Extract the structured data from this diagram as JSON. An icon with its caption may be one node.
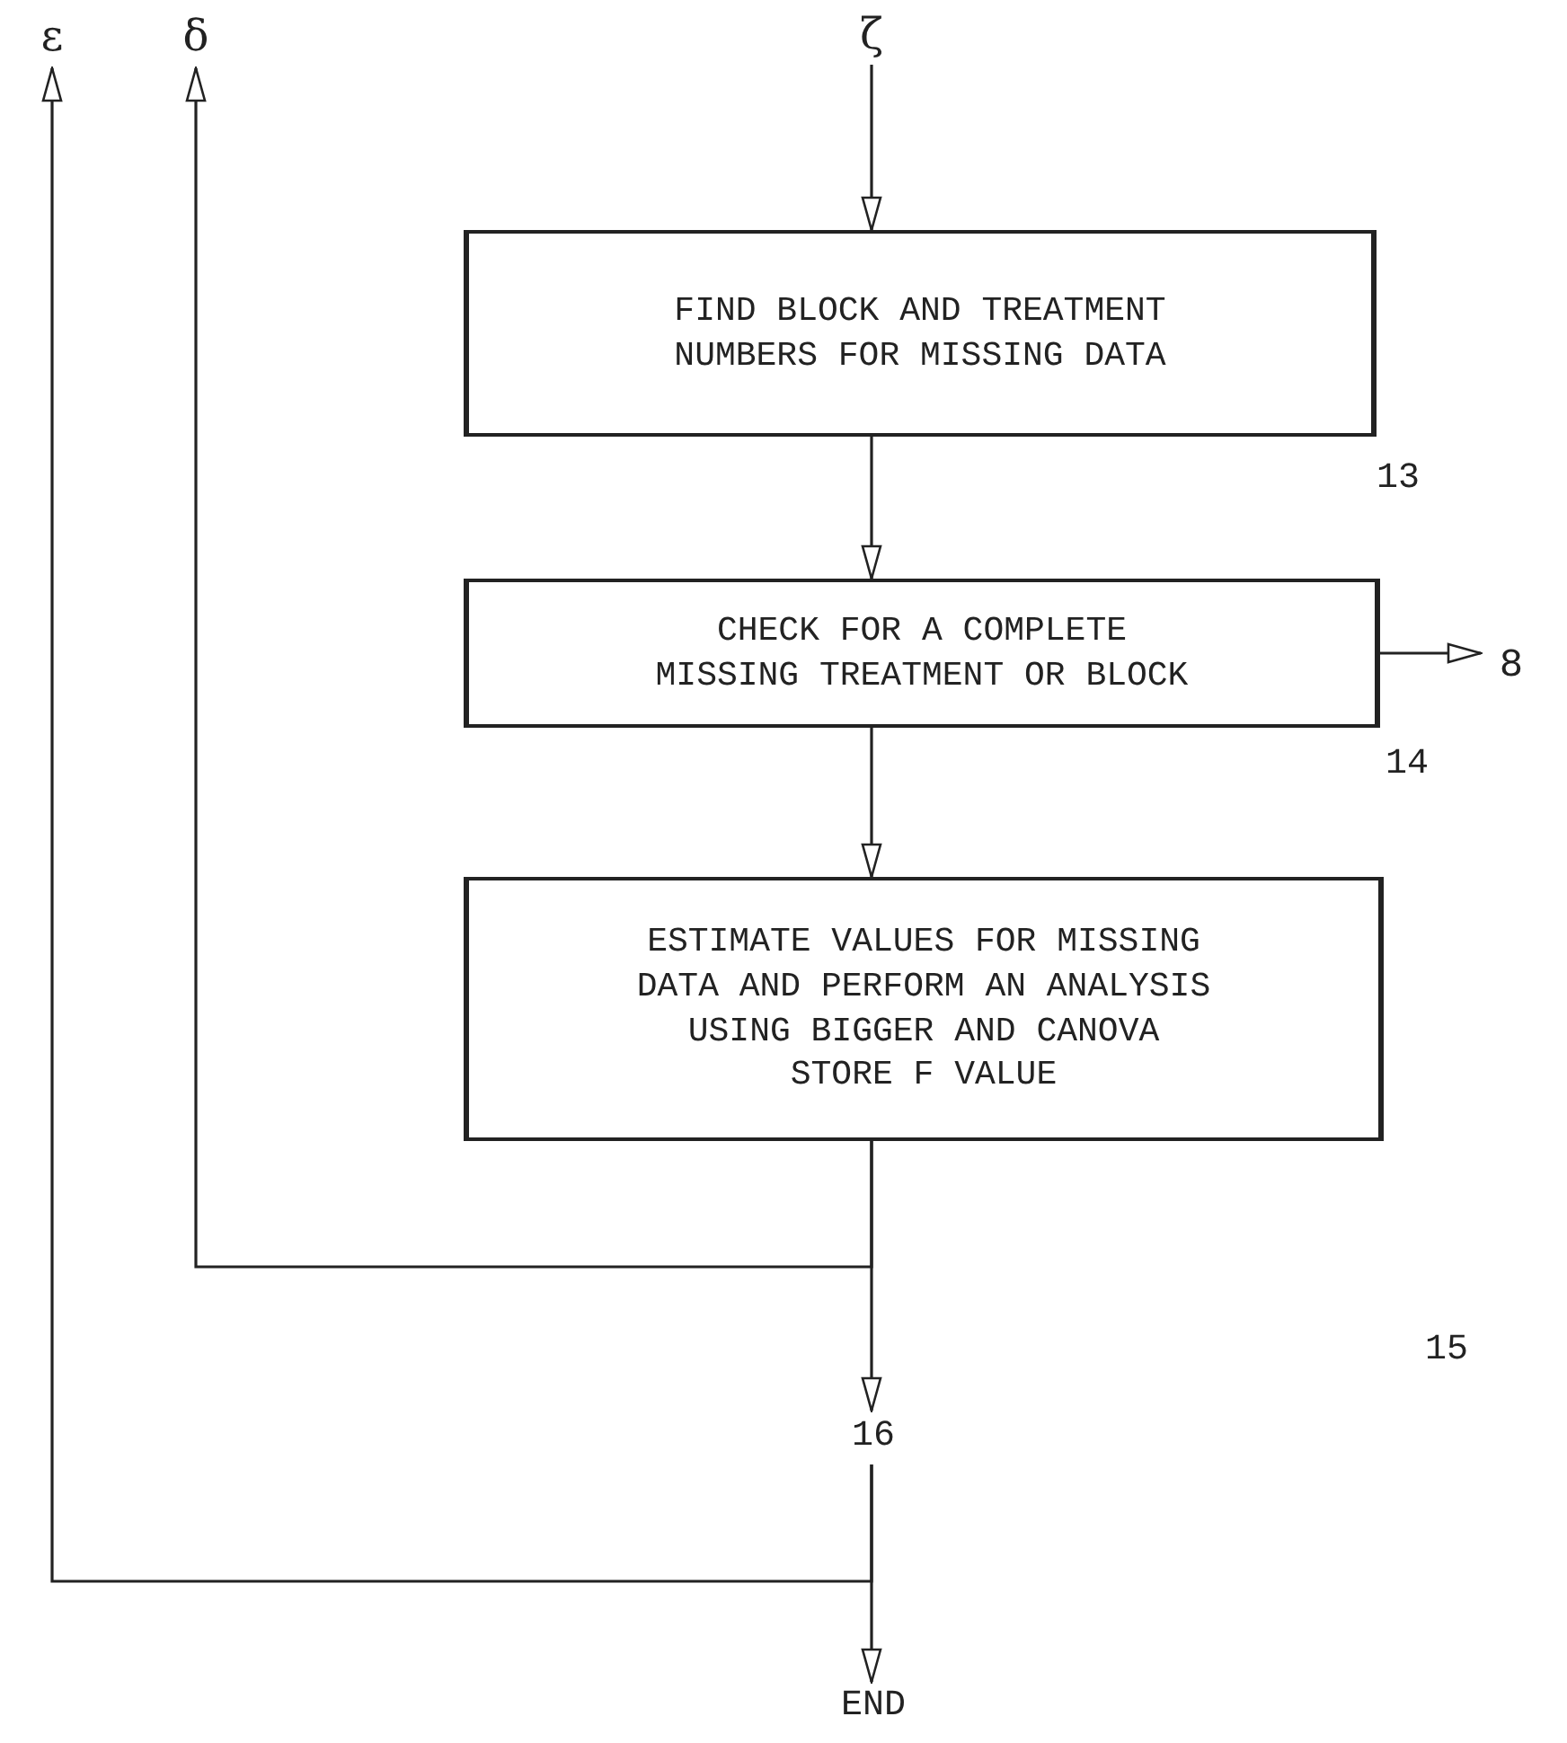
{
  "diagram": {
    "nodes": [
      {
        "text": [
          "ζ"
        ]
      },
      {
        "text": [
          "FIND BLOCK AND TREATMENT NUMBERS FOR MISSING DATA"
        ],
        "beside": [
          "13"
        ]
      },
      {
        "text": [
          "CHECK FOR A COMPLETE MISSING TREATMENT OR BLOCK"
        ],
        "beside": [
          "14"
        ]
      },
      {
        "text": [
          "8"
        ]
      },
      {
        "text": [
          "ESTIMATE VALUES FOR MISSING DATA AND PERFORM AN ANALYSIS USING BIGGER AND CANOVA STORE F VALUE"
        ]
      },
      {
        "text": [
          "16"
        ]
      },
      {
        "text": [
          "END"
        ]
      },
      {
        "text": [
          "ε"
        ]
      },
      {
        "text": [
          "δ"
        ]
      }
    ],
    "edges": [
      {
        "from": 0,
        "to": 1,
        "arrow": "to"
      },
      {
        "from": 1,
        "to": 2,
        "arrow": "to"
      },
      {
        "from": 2,
        "to": 3,
        "arrow": "to"
      },
      {
        "from": 2,
        "to": 4,
        "arrow": "to"
      },
      {
        "from": 4,
        "to": 5,
        "arrow": "to"
      },
      {
        "from": 4,
        "to": 8,
        "arrow": "to"
      },
      {
        "from": 5,
        "to": 6,
        "arrow": "to"
      },
      {
        "from": 5,
        "to": 7,
        "arrow": "to"
      }
    ],
    "labels": [
      "15"
    ]
  }
}
